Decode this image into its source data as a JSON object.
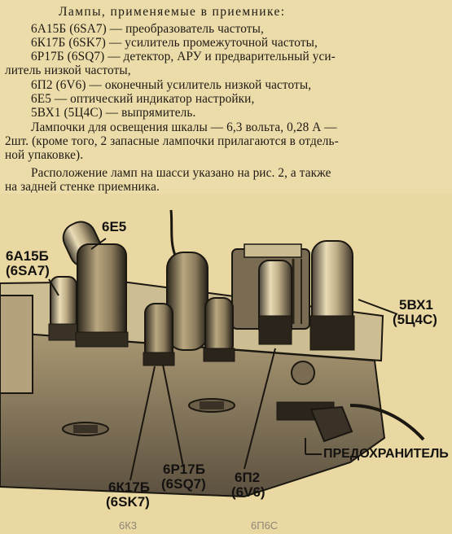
{
  "text": {
    "heading": "Лампы, применяемые в приемнике:",
    "tube_lines": [
      "6А15Б (6SA7) — преобразователь частоты,",
      "6К17Б (6SK7) — усилитель промежуточной частоты,",
      "6Р17Б (6SQ7) — детектор, АРУ и предварительный уси-",
      "литель низкой частоты,",
      "6П2      (6V6) — оконечный усилитель низкой частоты,",
      "6Е5 — оптический индикатор настройки,",
      "5ВХ1       (5Ц4С) — выпрямитель."
    ],
    "lamp_lines": [
      "Лампочки для освещения шкалы — 6,3 вольта, 0,28 А —",
      "2шт. (кроме того, 2 запасные лампочки прилагаются в отдель-",
      "ной упаковке)."
    ],
    "location_lines": [
      "Расположение ламп на шасси указано на рис. 2, а также",
      "на задней стенке приемника."
    ]
  },
  "figure": {
    "labels": {
      "e5": "6Е5",
      "a15b": "6А15Б",
      "a15b_us": "(6SA7)",
      "vx1": "5ВХ1",
      "vx1_ru": "(5Ц4С)",
      "fuse": "ПРЕДОХРАНИТЕЛЬ",
      "p17b": "6Р17Б",
      "p17b_us": "(6SQ7)",
      "k17b": "6К17Б",
      "k17b_us": "(6SK7)",
      "p2": "6П2",
      "p2_us": "(6V6)"
    },
    "pencil_notes": [
      "6К3",
      "6П6С"
    ]
  }
}
